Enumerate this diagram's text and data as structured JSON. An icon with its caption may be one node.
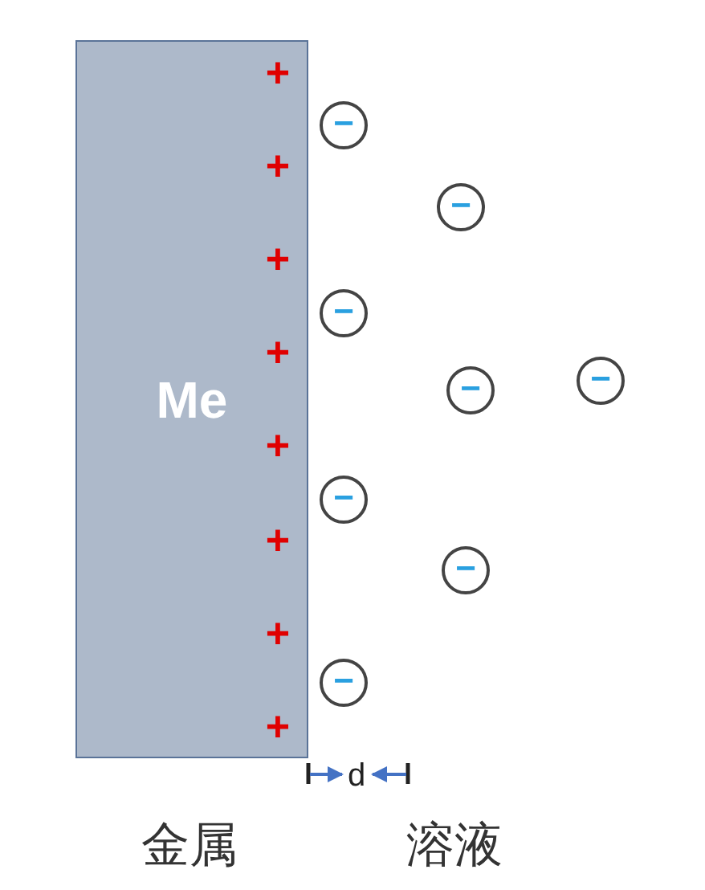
{
  "diagram": {
    "nodes": [
      {
        "text": [
          "Me"
        ]
      },
      {
        "text": [
          "−"
        ]
      },
      {
        "text": [
          "−"
        ]
      },
      {
        "text": [
          "−"
        ]
      },
      {
        "text": [
          "−"
        ]
      },
      {
        "text": [
          "−"
        ]
      },
      {
        "text": [
          "−"
        ]
      },
      {
        "text": [
          "−"
        ]
      },
      {
        "text": [
          "−"
        ]
      }
    ],
    "labels": [
      "+",
      "+",
      "+",
      "+",
      "+",
      "+",
      "+",
      "+",
      "d",
      "金属",
      "溶液"
    ]
  }
}
